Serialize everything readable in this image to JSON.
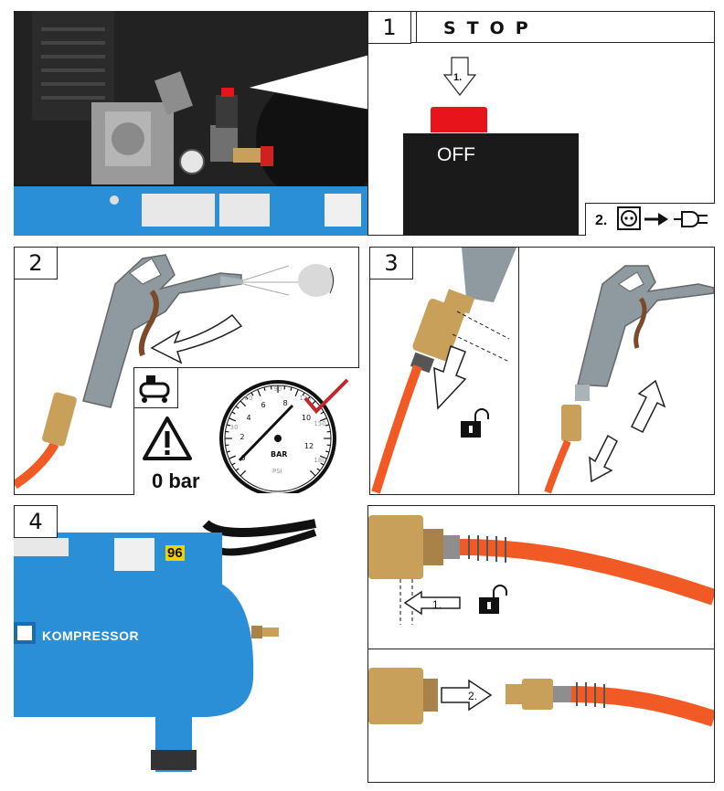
{
  "panel1": {
    "number": "1",
    "title": "STOP",
    "arrow_label": "1.",
    "button_label": "OFF",
    "unplug_label": "2.",
    "icons": [
      "down-arrow-icon",
      "power-socket-icon",
      "right-arrow-icon",
      "plug-icon"
    ]
  },
  "panel2": {
    "number": "2",
    "zero_bar": "0 bar",
    "gauge": {
      "unit": "BAR",
      "unit_secondary": "PSI",
      "bar_ticks": [
        "0",
        "2",
        "4",
        "6",
        "8",
        "10",
        "12"
      ],
      "psi_ticks": [
        "30",
        "60",
        "90",
        "120",
        "150",
        "180"
      ],
      "needle_value_bar": 0
    },
    "icons": [
      "air-gun-icon",
      "compressor-icon",
      "warning-triangle-icon",
      "check-mark-icon"
    ]
  },
  "panel3": {
    "number": "3",
    "icons": [
      "unlock-icon",
      "down-arrow-icon",
      "double-arrow-icon"
    ]
  },
  "panel4": {
    "number": "4",
    "brand_label": "KOMPRESSOR",
    "sound_label": "96",
    "release_label": "1.",
    "connect_label": "2.",
    "icons": [
      "unlock-icon",
      "left-arrow-icon",
      "right-arrow-icon"
    ]
  },
  "colors": {
    "compressor_blue": "#2a8fd6",
    "hose_orange": "#f15a24",
    "stop_red": "#e8141c",
    "brass": "#c9a05a"
  }
}
